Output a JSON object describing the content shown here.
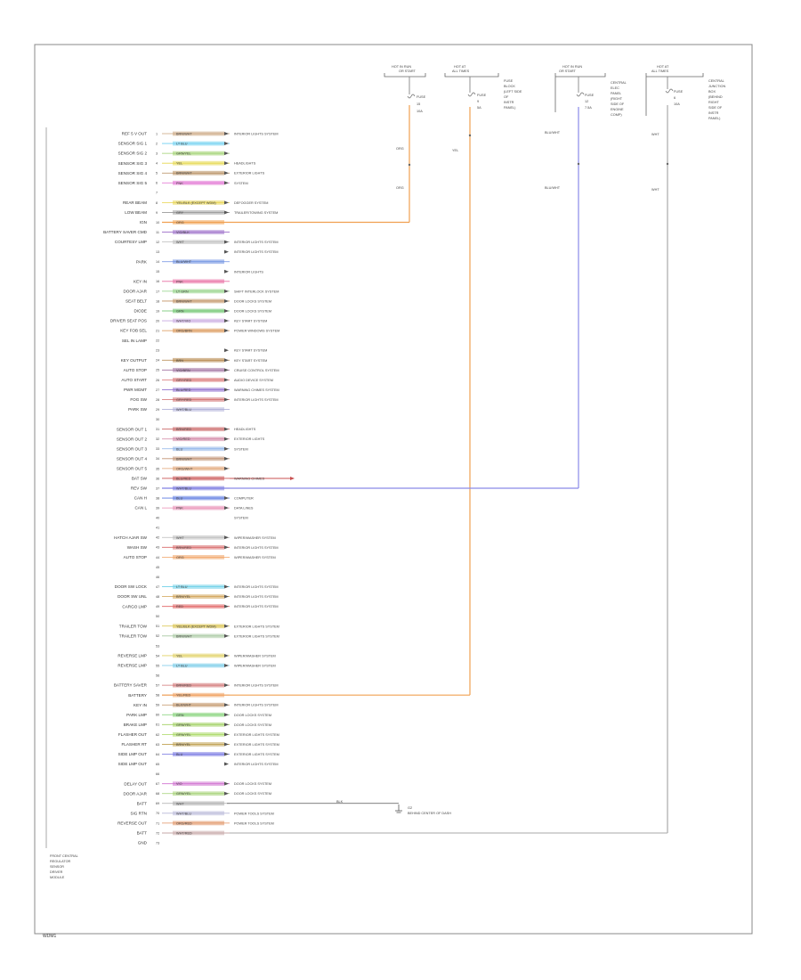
{
  "diagram": {
    "footer_code": "WDM1",
    "module_label": [
      "FRONT CENTRAL",
      "REGULATOR",
      "SENSOR",
      "DRIVER",
      "MODULE"
    ],
    "fuse_blocks": [
      {
        "title": [
          "HOT IN RUN",
          "OR START"
        ],
        "fuse": [
          "FUSE",
          "15",
          "10A"
        ]
      },
      {
        "title": [
          "HOT AT",
          "ALL TIMES"
        ],
        "fuse": [
          "FUSE",
          "9",
          "5A"
        ],
        "note": [
          "FUSE",
          "BLOCK",
          "(LEFT SIDE",
          "OF",
          "INSTR",
          "PANEL)"
        ]
      },
      {
        "title": [
          "HOT IN RUN",
          "OR START"
        ],
        "fuse": [
          "FUSE",
          "12",
          "7.5A"
        ],
        "note": [
          "CENTRAL",
          "ELEC",
          "PANEL",
          "(RIGHT",
          "SIDE OF",
          "ENGINE",
          "COMP)"
        ]
      },
      {
        "title": [
          "HOT AT",
          "ALL TIMES"
        ],
        "fuse": [
          "FUSE",
          "6",
          "10A"
        ],
        "note": [
          "CENTRAL",
          "JUNCTION",
          "BOX",
          "(BEHIND",
          "RIGHT",
          "SIDE OF",
          "INSTR",
          "PANEL)"
        ]
      }
    ],
    "wires": [
      {
        "pin": "1",
        "label": "REF 5 V OUT",
        "color": "BRN/WHT",
        "hex": "#c9a27a",
        "dest": "INTERIOR LIGHTS SYSTEM",
        "arrow": true
      },
      {
        "pin": "2",
        "label": "SENSOR SIG 1",
        "color": "LT BLU",
        "hex": "#6ecff0",
        "dest": "",
        "arrow": true
      },
      {
        "pin": "3",
        "label": "SENSOR SIG 2",
        "color": "GRN/YEL",
        "hex": "#9ccf6a",
        "dest": "",
        "arrow": true
      },
      {
        "pin": "4",
        "label": "SENSOR SIG 3",
        "color": "YEL",
        "hex": "#e6d84c",
        "dest": "HEADLIGHTS",
        "arrow": true
      },
      {
        "pin": "5",
        "label": "SENSOR SIG 4",
        "color": "BRN/WHT",
        "hex": "#b48a5a",
        "dest": "EXTERIOR LIGHTS",
        "arrow": true
      },
      {
        "pin": "6",
        "label": "SENSOR SIG 5",
        "color": "PNK",
        "hex": "#e06ad0",
        "dest": "SYSTEM",
        "arrow": true
      },
      {
        "pin": "7",
        "label": "",
        "color": "",
        "hex": "",
        "dest": "",
        "arrow": false
      },
      {
        "pin": "8",
        "label": "REAR BEAM",
        "color": "YEL/BLK (EXCEPT WDM)",
        "hex": "#e8d44a",
        "dest": "DEFOGGER SYSTEM",
        "arrow": true
      },
      {
        "pin": "9",
        "label": "LOW BEAM",
        "color": "GRY",
        "hex": "#9a9a9a",
        "dest": "TRAILER/TOWING SYSTEM",
        "arrow": true
      },
      {
        "pin": "10",
        "label": "IGN",
        "color": "ORG",
        "hex": "#f0a050",
        "dest": "",
        "arrow": false
      },
      {
        "pin": "11",
        "label": "BATTERY SAVER CMD",
        "color": "VIO/BLK",
        "hex": "#9b6cc8",
        "dest": "",
        "arrow": false
      },
      {
        "pin": "12",
        "label": "COURTESY LMP",
        "color": "WHT",
        "hex": "#bbbbbb",
        "dest": "INTERIOR LIGHTS SYSTEM",
        "arrow": true
      },
      {
        "pin": "13",
        "label": "",
        "color": "",
        "hex": "",
        "dest": "INTERIOR LIGHTS SYSTEM",
        "arrow": true
      },
      {
        "pin": "14",
        "label": "PARK",
        "color": "BLU/WHT",
        "hex": "#6a8ce0",
        "dest": "",
        "arrow": false
      },
      {
        "pin": "15",
        "label": "",
        "color": "",
        "hex": "",
        "dest": "INTERIOR LIGHTS",
        "arrow": true
      },
      {
        "pin": "16",
        "label": "KEY IN",
        "color": "PNK",
        "hex": "#e86aa0",
        "dest": "",
        "arrow": false
      },
      {
        "pin": "17",
        "label": "DOOR AJAR",
        "color": "LT GRN",
        "hex": "#8cd080",
        "dest": "SHIFT INTERLOCK SYSTEM",
        "arrow": true
      },
      {
        "pin": "18",
        "label": "SEAT BELT",
        "color": "BRN/WHT",
        "hex": "#c09060",
        "dest": "DOOR LOCKS SYSTEM",
        "arrow": true
      },
      {
        "pin": "19",
        "label": "DIODE",
        "color": "GRN",
        "hex": "#62c062",
        "dest": "DOOR LOCKS SYSTEM",
        "arrow": true
      },
      {
        "pin": "20",
        "label": "DRIVER SEAT POS",
        "color": "WHT/VIO",
        "hex": "#c8a8e0",
        "dest": "KEY START SYSTEM",
        "arrow": true
      },
      {
        "pin": "21",
        "label": "KEY FOB SEL",
        "color": "ORG/BRN",
        "hex": "#d8904c",
        "dest": "POWER WINDOWS SYSTEM",
        "arrow": true
      },
      {
        "pin": "22",
        "label": "SEL IN LAMP",
        "color": "",
        "hex": "",
        "dest": "",
        "arrow": false
      },
      {
        "pin": "23",
        "label": "",
        "color": "",
        "hex": "",
        "dest": "KEY START SYSTEM",
        "arrow": true
      },
      {
        "pin": "24",
        "label": "KEY OUTPUT",
        "color": "BRN",
        "hex": "#b08040",
        "dest": "KEY START SYSTEM",
        "arrow": true
      },
      {
        "pin": "25",
        "label": "AUTO STOP",
        "color": "VIO/BRN",
        "hex": "#a070a0",
        "dest": "CRUISE CONTROL SYSTEM",
        "arrow": true
      },
      {
        "pin": "26",
        "label": "AUTO START",
        "color": "GRY/RED",
        "hex": "#d87070",
        "dest": "AUDIO DEVICE SYSTEM",
        "arrow": true
      },
      {
        "pin": "27",
        "label": "PWR MGMT",
        "color": "BLU/RED",
        "hex": "#9070d0",
        "dest": "WARNING CHIMES SYSTEM",
        "arrow": true
      },
      {
        "pin": "28",
        "label": "FOG SW",
        "color": "GRY/RED",
        "hex": "#d06a6a",
        "dest": "INTERIOR LIGHTS SYSTEM",
        "arrow": true
      },
      {
        "pin": "29",
        "label": "PARK SW",
        "color": "WHT/BLU",
        "hex": "#b0b0d8",
        "dest": "",
        "arrow": false
      },
      {
        "pin": "30",
        "label": "",
        "color": "",
        "hex": "",
        "dest": "",
        "arrow": false
      },
      {
        "pin": "31",
        "label": "SENSOR OUT 1",
        "color": "BRN/RED",
        "hex": "#c86060",
        "dest": "HEADLIGHTS",
        "arrow": true
      },
      {
        "pin": "32",
        "label": "SENSOR OUT 2",
        "color": "VIO/RED",
        "hex": "#d080a0",
        "dest": "EXTERIOR LIGHTS",
        "arrow": true
      },
      {
        "pin": "33",
        "label": "SENSOR OUT 3",
        "color": "BLU",
        "hex": "#8ab0e8",
        "dest": "SYSTEM",
        "arrow": true
      },
      {
        "pin": "34",
        "label": "SENSOR OUT 4",
        "color": "BRN/WHT",
        "hex": "#c09070",
        "dest": "",
        "arrow": true
      },
      {
        "pin": "35",
        "label": "SENSOR OUT 5",
        "color": "ORG/WHT",
        "hex": "#e0a070",
        "dest": "",
        "arrow": true
      },
      {
        "pin": "36",
        "label": "BAT SW",
        "color": "BLU/RED",
        "hex": "#c85050",
        "dest": "WARNING CHIMES",
        "arrow": false
      },
      {
        "pin": "37",
        "label": "REV SW",
        "color": "WHT/BLU",
        "hex": "#7878e0",
        "dest": "",
        "arrow": false
      },
      {
        "pin": "38",
        "label": "CAN H",
        "color": "BLU",
        "hex": "#5a78e0",
        "dest": "COMPUTER",
        "arrow": true
      },
      {
        "pin": "39",
        "label": "CAN L",
        "color": "PNK",
        "hex": "#e888b0",
        "dest": "DATA LINES",
        "arrow": true
      },
      {
        "pin": "40",
        "label": "",
        "color": "",
        "hex": "",
        "dest": "SYSTEM",
        "arrow": false
      },
      {
        "pin": "41",
        "label": "",
        "color": "",
        "hex": "",
        "dest": "",
        "arrow": false
      },
      {
        "pin": "42",
        "label": "HATCH AJAR SW",
        "color": "WHT",
        "hex": "#bbbbbb",
        "dest": "WIPER/WASHER SYSTEM",
        "arrow": true
      },
      {
        "pin": "43",
        "label": "WASH SW",
        "color": "BRN/RED",
        "hex": "#d86a6a",
        "dest": "INTERIOR LIGHTS SYSTEM",
        "arrow": true
      },
      {
        "pin": "44",
        "label": "AUTO STOP",
        "color": "ORG",
        "hex": "#f0a060",
        "dest": "WIPER/WASHER SYSTEM",
        "arrow": false
      },
      {
        "pin": "45",
        "label": "",
        "color": "",
        "hex": "",
        "dest": "",
        "arrow": false
      },
      {
        "pin": "46",
        "label": "",
        "color": "",
        "hex": "",
        "dest": "",
        "arrow": false
      },
      {
        "pin": "47",
        "label": "DOOR SW LOCK",
        "color": "LT BLU",
        "hex": "#6ed0e8",
        "dest": "INTERIOR LIGHTS SYSTEM",
        "arrow": true
      },
      {
        "pin": "48",
        "label": "DOOR SW UNL",
        "color": "BRN/YEL",
        "hex": "#d0a050",
        "dest": "INTERIOR LIGHTS SYSTEM",
        "arrow": true
      },
      {
        "pin": "49",
        "label": "CARGO LMP",
        "color": "RED",
        "hex": "#e06060",
        "dest": "INTERIOR LIGHTS SYSTEM",
        "arrow": true
      },
      {
        "pin": "50",
        "label": "",
        "color": "",
        "hex": "",
        "dest": "",
        "arrow": false
      },
      {
        "pin": "51",
        "label": "TRAILER TOW",
        "color": "YEL/BLK (EXCEPT WDM)",
        "hex": "#d8c040",
        "dest": "EXTERIOR LIGHTS SYSTEM",
        "arrow": true
      },
      {
        "pin": "52",
        "label": "TRAILER TOW",
        "color": "BRN/WHT",
        "hex": "#a8c8a0",
        "dest": "EXTERIOR LIGHTS SYSTEM",
        "arrow": true
      },
      {
        "pin": "53",
        "label": "",
        "color": "",
        "hex": "",
        "dest": "",
        "arrow": false
      },
      {
        "pin": "54",
        "label": "REVERSE LMP",
        "color": "YEL",
        "hex": "#e0d060",
        "dest": "WIPER/WASHER SYSTEM",
        "arrow": true
      },
      {
        "pin": "55",
        "label": "REVERSE LMP",
        "color": "LT BLU",
        "hex": "#70c8e8",
        "dest": "WIPER/WASHER SYSTEM",
        "arrow": true
      },
      {
        "pin": "56",
        "label": "",
        "color": "",
        "hex": "",
        "dest": "",
        "arrow": false
      },
      {
        "pin": "57",
        "label": "BATTERY SAVER",
        "color": "BRN/RED",
        "hex": "#d07070",
        "dest": "INTERIOR LIGHTS SYSTEM",
        "arrow": true
      },
      {
        "pin": "58",
        "label": "BATTERY",
        "color": "YEL/RED",
        "hex": "#f0a060",
        "dest": "",
        "arrow": false
      },
      {
        "pin": "59",
        "label": "KEY IN",
        "color": "BLK/WHT",
        "hex": "#c09060",
        "dest": "INTERIOR LIGHTS SYSTEM",
        "arrow": true
      },
      {
        "pin": "60",
        "label": "PARK LMP",
        "color": "GRN",
        "hex": "#7cd070",
        "dest": "DOOR LOCKS SYSTEM",
        "arrow": true
      },
      {
        "pin": "61",
        "label": "BRAKE LMP",
        "color": "GRN/YEL",
        "hex": "#a0d060",
        "dest": "DOOR LOCKS SYSTEM",
        "arrow": true
      },
      {
        "pin": "62",
        "label": "FLASHER OUT",
        "color": "GRN/YEL",
        "hex": "#a8d860",
        "dest": "EXTERIOR LIGHTS SYSTEM",
        "arrow": true
      },
      {
        "pin": "63",
        "label": "FLASHER RT",
        "color": "BRN/YEL",
        "hex": "#c0a050",
        "dest": "EXTERIOR LIGHTS SYSTEM",
        "arrow": true
      },
      {
        "pin": "64",
        "label": "SIDE LMP OUT",
        "color": "BLU",
        "hex": "#7070e0",
        "dest": "EXTERIOR LIGHTS SYSTEM",
        "arrow": true
      },
      {
        "pin": "65",
        "label": "SIDE LMP OUT",
        "color": "",
        "hex": "",
        "dest": "INTERIOR LIGHTS SYSTEM",
        "arrow": true
      },
      {
        "pin": "66",
        "label": "",
        "color": "",
        "hex": "",
        "dest": "",
        "arrow": false
      },
      {
        "pin": "67",
        "label": "DELAY OUT",
        "color": "VIO",
        "hex": "#d070d0",
        "dest": "DOOR LOCKS SYSTEM",
        "arrow": true
      },
      {
        "pin": "68",
        "label": "DOOR AJAR",
        "color": "GRN/YEL",
        "hex": "#a0d070",
        "dest": "DOOR LOCKS SYSTEM",
        "arrow": true
      },
      {
        "pin": "69",
        "label": "BATT",
        "color": "WHT",
        "hex": "#aaaaaa",
        "dest": "",
        "arrow": false
      },
      {
        "pin": "70",
        "label": "SIG RTN",
        "color": "WHT/BLU",
        "hex": "#b8b8d8",
        "dest": "POWER TOOLS SYSTEM",
        "arrow": false
      },
      {
        "pin": "71",
        "label": "REVERSE OUT",
        "color": "ORG/RED",
        "hex": "#e09060",
        "dest": "POWER TOOLS SYSTEM",
        "arrow": false
      },
      {
        "pin": "72",
        "label": "BATT",
        "color": "WHT/RED",
        "hex": "#c8a8a8",
        "dest": "",
        "arrow": false
      },
      {
        "pin": "73",
        "label": "GND",
        "color": "",
        "hex": "",
        "dest": "",
        "arrow": false
      }
    ],
    "ground_note": [
      "G2",
      "BEHIND CENTER OF DASH"
    ],
    "ground_wire_color": "BLK",
    "mid_wire_labels": {
      "org": "ORG",
      "blu_wht": "BLU/WHT",
      "yel": "YEL",
      "wht": "WHT"
    }
  }
}
